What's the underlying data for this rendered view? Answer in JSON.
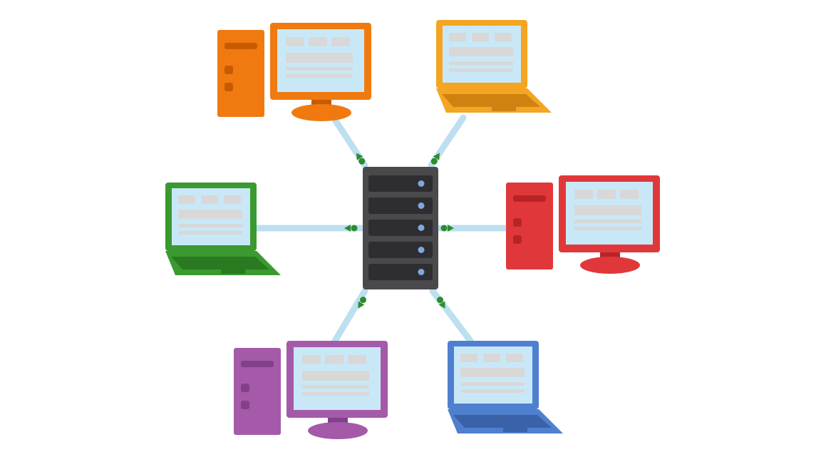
{
  "diagram": {
    "type": "star-network",
    "hub": {
      "icon": "server-rack-icon",
      "slots": 5,
      "body_color": "#4a4a4d",
      "slot_color": "#2e2e30",
      "led_color": "#7fa8e0"
    },
    "link_color": "#bde0f0",
    "arrow_color": "#2e8b2e",
    "screen_color": "#c9e8f7",
    "screen_bar_color": "#d8d8d8",
    "nodes": [
      {
        "id": "orange-desktop",
        "kind": "desktop",
        "icon": "desktop-computer-icon",
        "color": "#f07a10",
        "dark": "#c85a00"
      },
      {
        "id": "yellow-laptop",
        "kind": "laptop",
        "icon": "laptop-icon",
        "color": "#f4a522",
        "dark": "#d08210"
      },
      {
        "id": "green-laptop",
        "kind": "laptop",
        "icon": "laptop-icon",
        "color": "#3a9a30",
        "dark": "#2a7a22"
      },
      {
        "id": "red-desktop",
        "kind": "desktop",
        "icon": "desktop-computer-icon",
        "color": "#e0383a",
        "dark": "#b82426"
      },
      {
        "id": "purple-desktop",
        "kind": "desktop",
        "icon": "desktop-computer-icon",
        "color": "#a45aa8",
        "dark": "#82408a"
      },
      {
        "id": "blue-laptop",
        "kind": "laptop",
        "icon": "laptop-icon",
        "color": "#4f80cf",
        "dark": "#3a62a8"
      }
    ]
  }
}
